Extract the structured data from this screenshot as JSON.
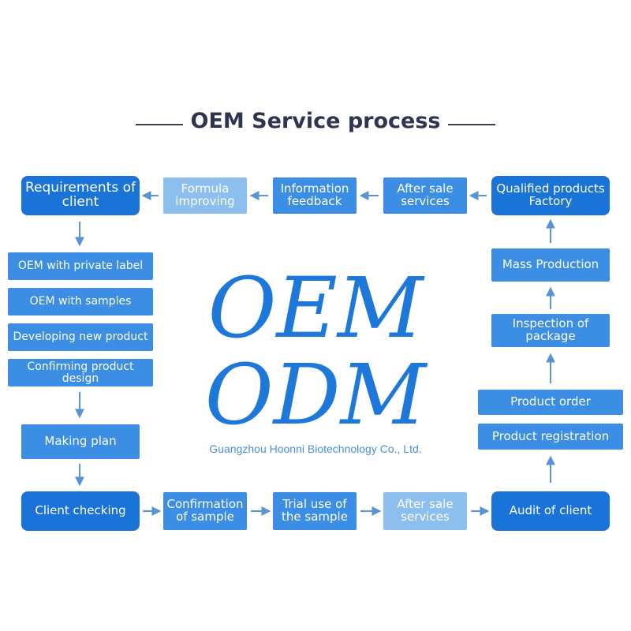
{
  "title": "OEM Service process",
  "center": {
    "line1": "OEM",
    "line2": "ODM"
  },
  "company": "Guangzhou Hoonni Biotechnology Co., Ltd.",
  "steps": {
    "requirements": "Requirements of client",
    "formula_improving": "Formula improving",
    "information_feedback": "Information feedback",
    "after_sale_top": "After sale services",
    "qualified_factory": "Qualified products Factory",
    "oem_private_label": "OEM with private label",
    "oem_samples": "OEM with samples",
    "developing_product": "Developing new product",
    "confirming_design": "Confirming product design",
    "making_plan": "Making plan",
    "client_checking": "Client checking",
    "confirmation_sample": "Confirmation of sample",
    "trial_sample": "Trial use of the sample",
    "after_sale_bottom": "After sale services",
    "audit_client": "Audit of client",
    "mass_production": "Mass Production",
    "inspection_package": "Inspection of package",
    "product_order": "Product order",
    "product_registration": "Product registration"
  },
  "colors": {
    "dark_box": "#1a73d6",
    "mid_box": "#3b8ee4",
    "light_box": "#8dbfee",
    "arrow": "#5a93d2",
    "title": "#2e3550"
  }
}
